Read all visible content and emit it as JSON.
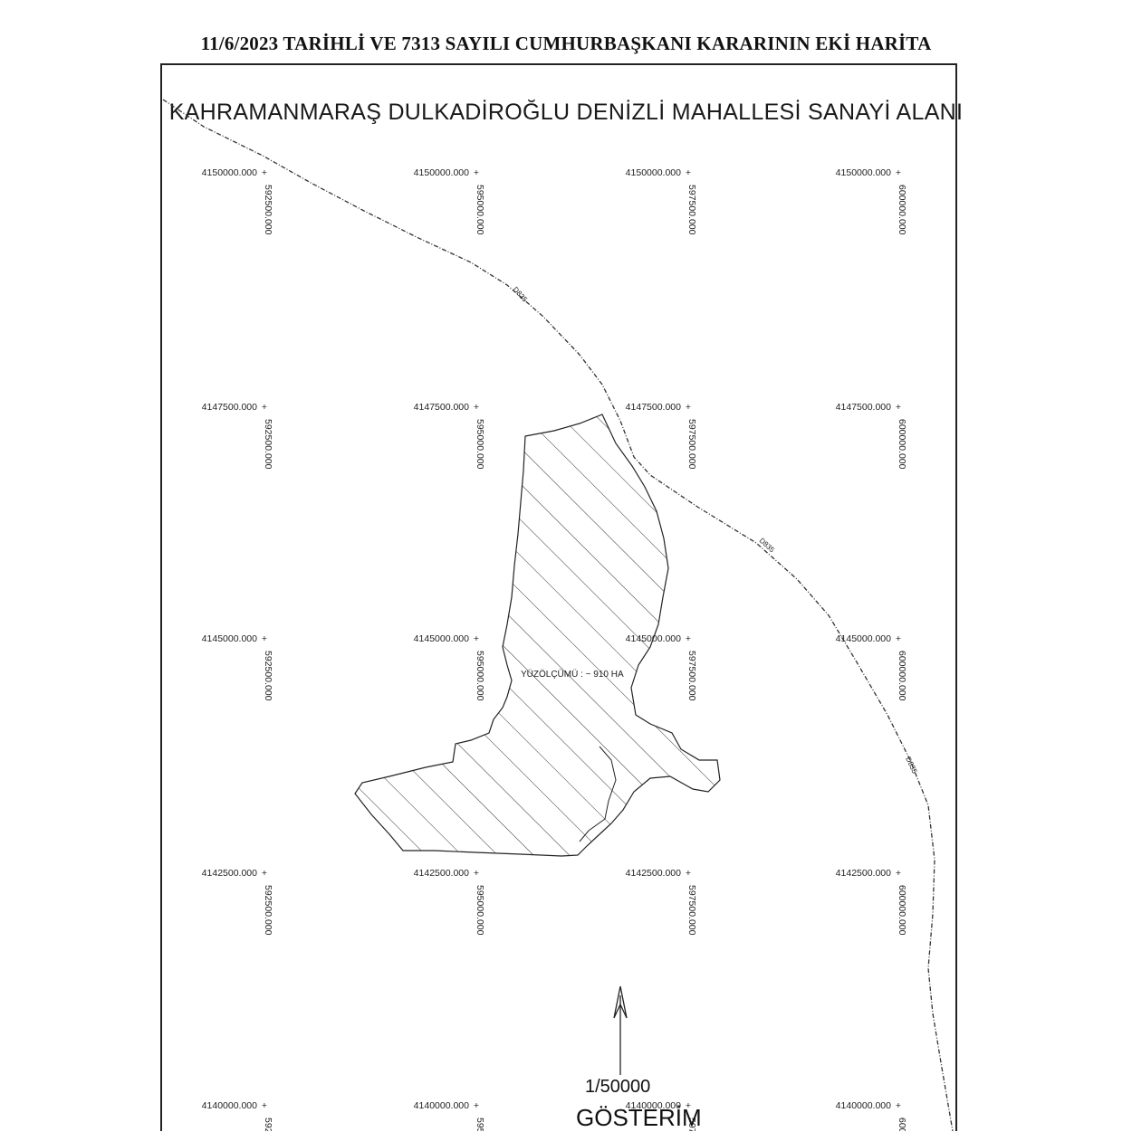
{
  "header": "11/6/2023 TARİHLİ VE 7313  SAYILI CUMHURBAŞKANI KARARININ EKİ HARİTA",
  "map_title": "KAHRAMANMARAŞ DULKADİROĞLU DENİZLİ MAHALLESİ SANAYİ ALANI",
  "area_label": "YÜZÖLÇÜMÜ : ~ 910 HA",
  "road_label": "D835",
  "scale_text": "1/50000",
  "legend_text": "GÖSTERİM",
  "grid": {
    "northings": [
      "4150000.000",
      "4147500.000",
      "4145000.000",
      "4142500.000",
      "4140000.000"
    ],
    "eastings": [
      "592500.000",
      "595000.000",
      "597500.000",
      "600000.000"
    ]
  },
  "colors": {
    "ink": "#222222",
    "paper": "#ffffff"
  }
}
